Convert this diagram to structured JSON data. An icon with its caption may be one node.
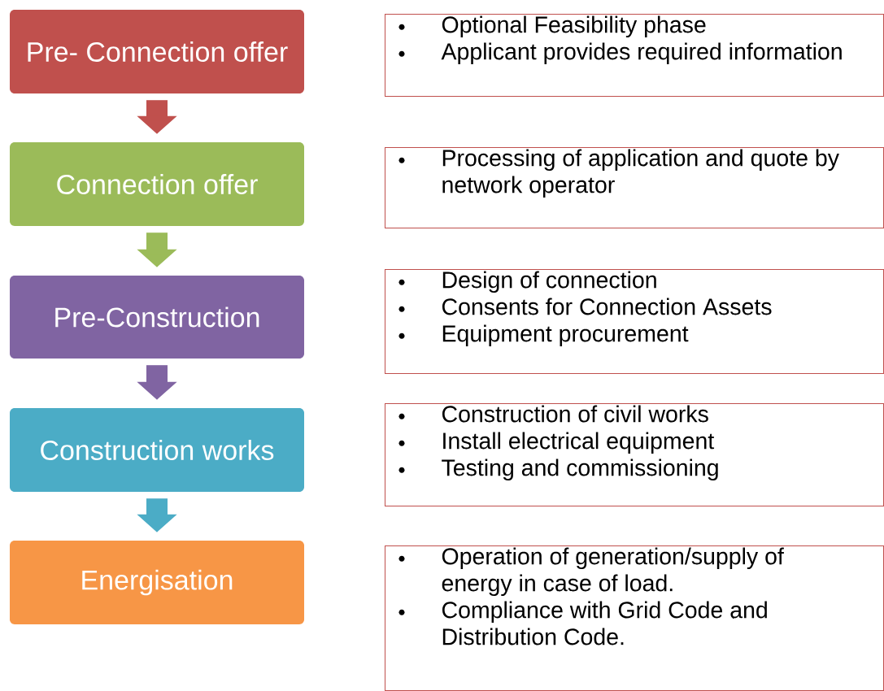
{
  "diagram": {
    "nodes": [
      {
        "text": [
          "Pre- Connection offer"
        ]
      },
      {
        "text": [
          "Connection offer"
        ]
      },
      {
        "text": [
          "Pre-Construction"
        ]
      },
      {
        "text": [
          "Construction works"
        ]
      },
      {
        "text": [
          "Energisation"
        ]
      },
      {
        "text": [
          "Optional Feasibility phase",
          "Applicant provides required information"
        ]
      },
      {
        "text": [
          "Processing of application and quote by network operator"
        ]
      },
      {
        "text": [
          "Design of connection",
          "Consents for Connection Assets",
          "Equipment procurement"
        ]
      },
      {
        "text": [
          "Construction of civil works",
          "Install electrical equipment",
          "Testing and commissioning"
        ]
      },
      {
        "text": [
          "Operation of generation/supply of energy in case of load.",
          "Compliance with Grid Code and Distribution Code."
        ]
      }
    ],
    "edges": [
      {
        "from": 0,
        "to": 1,
        "arrow": "to",
        "color": "#c0504d"
      },
      {
        "from": 1,
        "to": 2,
        "arrow": "to",
        "color": "#9bbb59"
      },
      {
        "from": 2,
        "to": 3,
        "arrow": "to",
        "color": "#8064a2"
      },
      {
        "from": 3,
        "to": 4,
        "arrow": "to",
        "color": "#4bacc6"
      }
    ]
  }
}
